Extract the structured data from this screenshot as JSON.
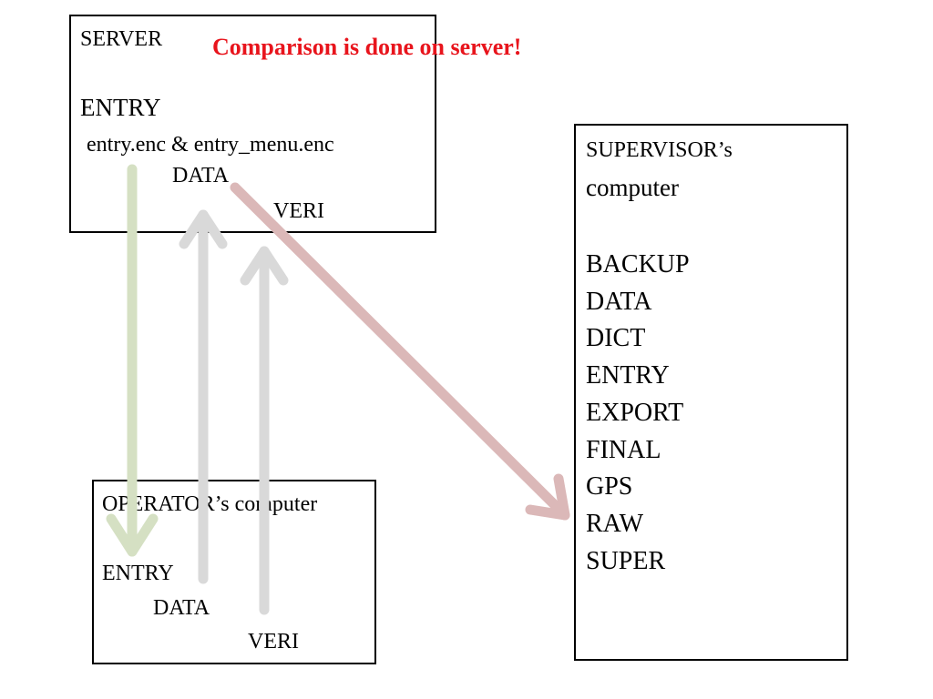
{
  "server": {
    "title": "SERVER",
    "entry": "ENTRY",
    "files": "entry.enc & entry_menu.enc",
    "data": "DATA",
    "veri": "VERI"
  },
  "note": "Comparison is done on server!",
  "operator": {
    "title": "OPERATOR’s computer",
    "entry": "ENTRY",
    "data": "DATA",
    "veri": "VERI"
  },
  "supervisor": {
    "title_line1": "SUPERVISOR’s",
    "title_line2": "computer",
    "folders": [
      "BACKUP",
      "DATA",
      "DICT",
      "ENTRY",
      "EXPORT",
      "FINAL",
      "GPS",
      "RAW",
      "SUPER"
    ]
  },
  "colors": {
    "download_arrow": "#d5e0c3",
    "upload_arrows": "#d9d9d9",
    "backup_arrow": "#dbb8b8",
    "note_text": "#e8141c"
  }
}
